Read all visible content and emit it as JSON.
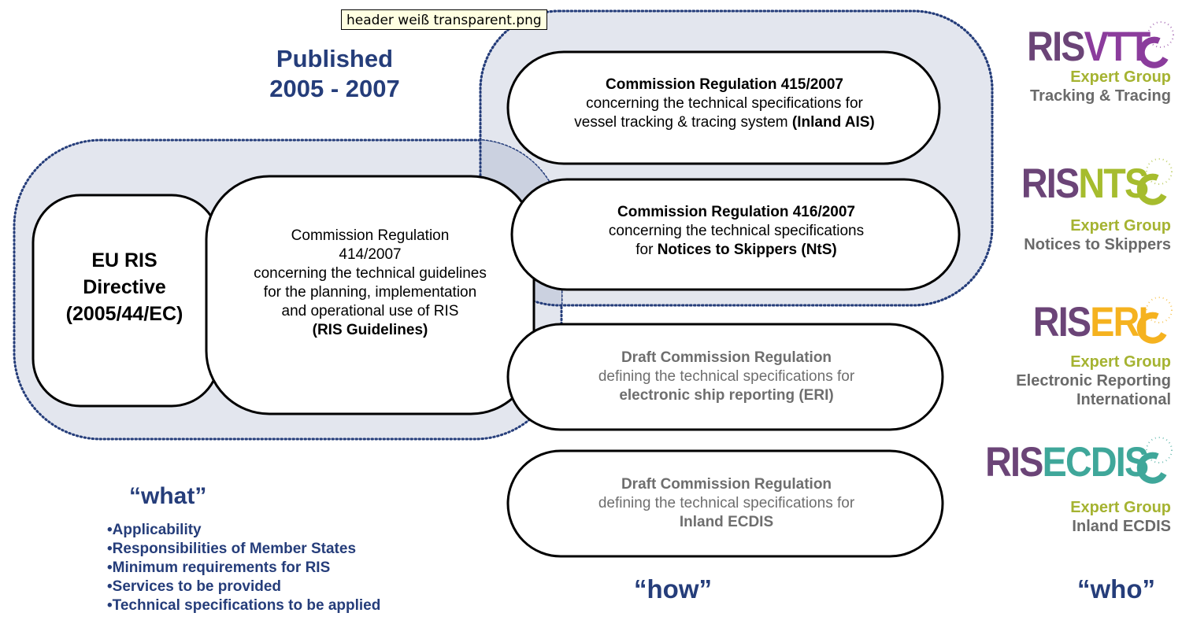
{
  "tooltip": "header weiß transparent.png",
  "published": {
    "line1": "Published",
    "line2": "2005 - 2007"
  },
  "directive": {
    "line1": "EU RIS",
    "line2": "Directive",
    "line3": "(2005/44/EC)"
  },
  "guidelines": {
    "l1": "Commission Regulation",
    "l2": "414/2007",
    "l3": "concerning the technical guidelines",
    "l4": "for the planning, implementation",
    "l5": "and operational use of RIS",
    "l6": "(RIS Guidelines)"
  },
  "reg415": {
    "title": "Commission Regulation 415/2007",
    "l2": "concerning the technical specifications for",
    "l3": "vessel tracking & tracing system ",
    "l3b": "(Inland AIS)"
  },
  "reg416": {
    "title": "Commission Regulation 416/2007",
    "l2": "concerning the technical specifications",
    "l3": "for ",
    "l3b": "Notices to Skippers (NtS)"
  },
  "eri": {
    "title": "Draft Commission Regulation",
    "l2": "defining the technical specifications for",
    "l3": "electronic ship reporting (ERI)"
  },
  "ecdis": {
    "title": "Draft Commission Regulation",
    "l2": "defining the technical specifications for",
    "l3": "Inland ECDIS"
  },
  "what": {
    "title": "“what”",
    "bullets": [
      "Applicability",
      "Responsibilities of Member States",
      "Minimum requirements for RIS",
      "Services to be provided",
      "Technical specifications to be applied"
    ]
  },
  "how": "“how”",
  "who": "“who”",
  "logos": [
    {
      "ris": "RIS",
      "suffix": "VTT",
      "color": "#8b3c9c",
      "eg": "Expert Group",
      "name1": "Tracking & Tracing",
      "name2": ""
    },
    {
      "ris": "RIS",
      "suffix": "NTS",
      "color": "#a6bc2e",
      "eg": "Expert Group",
      "name1": "Notices to Skippers",
      "name2": ""
    },
    {
      "ris": "RIS",
      "suffix": "ERI",
      "color": "#f5b21f",
      "eg": "Expert Group",
      "name1": "Electronic Reporting",
      "name2": "International"
    },
    {
      "ris": "RIS",
      "suffix": "ECDIS",
      "color": "#3fa79a",
      "eg": "Expert Group",
      "name1": "Inland ECDIS",
      "name2": ""
    }
  ]
}
